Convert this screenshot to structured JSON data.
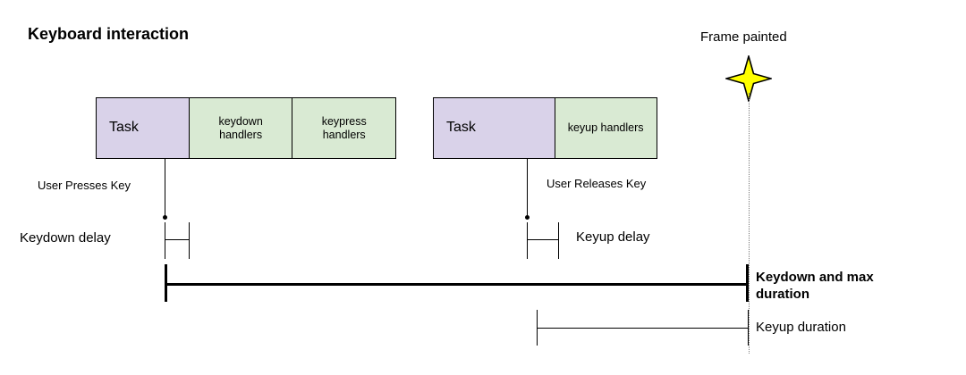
{
  "diagram": {
    "title": "Keyboard interaction",
    "colors": {
      "task_fill": "#d9d2e9",
      "handler_fill": "#d9ead3",
      "stroke": "#000000",
      "star_fill": "#ffff00",
      "dotted_guide": "#7a7a7a"
    },
    "task_groups": [
      {
        "id": "keydown-group",
        "cells": [
          {
            "label": "Task",
            "kind": "task"
          },
          {
            "label": "keydown\nhandlers",
            "line1": "keydown",
            "line2": "handlers",
            "kind": "handler"
          },
          {
            "label": "keypress\nhandlers",
            "line1": "keypress",
            "line2": "handlers",
            "kind": "handler"
          }
        ]
      },
      {
        "id": "keyup-group",
        "cells": [
          {
            "label": "Task",
            "kind": "task"
          },
          {
            "label": "keyup handlers",
            "line1": "keyup handlers",
            "line2": "",
            "kind": "handler"
          }
        ]
      }
    ],
    "events": [
      {
        "id": "press",
        "label": "User Presses Key"
      },
      {
        "id": "release",
        "label": "User Releases Key"
      }
    ],
    "measures": [
      {
        "id": "keydown-delay",
        "label": "Keydown delay",
        "bold": false
      },
      {
        "id": "keyup-delay",
        "label": "Keyup delay",
        "bold": false
      },
      {
        "id": "keydown-max-duration",
        "label": "Keydown and max duration",
        "line1": "Keydown and max",
        "line2": "duration",
        "bold": true
      },
      {
        "id": "keyup-duration",
        "label": "Keyup duration",
        "bold": false
      }
    ],
    "frame_marker": {
      "label": "Frame painted",
      "icon": "four-point-star-icon"
    }
  }
}
